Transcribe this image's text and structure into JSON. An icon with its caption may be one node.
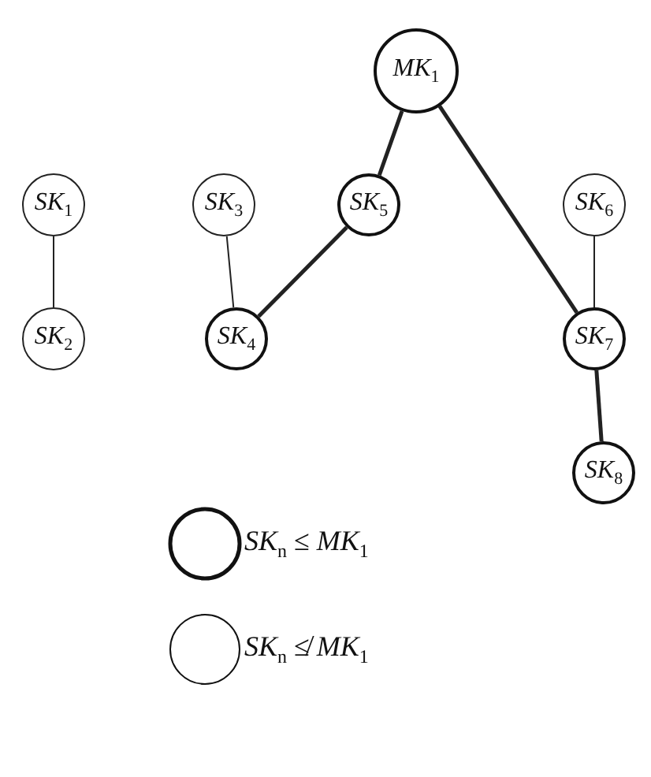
{
  "diagram": {
    "nodes": [
      {
        "text": [
          "*MK*$_{1}$"
        ]
      },
      {
        "text": [
          "*SK*$_{1}$"
        ]
      },
      {
        "text": [
          "*SK*$_{2}$"
        ]
      },
      {
        "text": [
          "*SK*$_{3}$"
        ]
      },
      {
        "text": [
          "*SK*$_{4}$"
        ]
      },
      {
        "text": [
          "*SK*$_{5}$"
        ]
      },
      {
        "text": [
          "*SK*$_{6}$"
        ]
      },
      {
        "text": [
          "*SK*$_{7}$"
        ]
      },
      {
        "text": [
          "*SK*$_{8}$"
        ]
      }
    ],
    "edges": [
      {
        "from": 1,
        "to": 2,
        "arrow": "none"
      },
      {
        "from": 3,
        "to": 4,
        "arrow": "none"
      },
      {
        "from": 5,
        "to": 4,
        "arrow": "none"
      },
      {
        "from": 0,
        "to": 5,
        "arrow": "none"
      },
      {
        "from": 0,
        "to": 7,
        "arrow": "none"
      },
      {
        "from": 6,
        "to": 7,
        "arrow": "none"
      },
      {
        "from": 7,
        "to": 8,
        "arrow": "none"
      }
    ],
    "legend": [
      {
        "text": "*SK*$_{n}$ ≤ *MK*$_{1}$"
      },
      {
        "text": "*SK*$_{n}$ ≰ *MK*$_{1}$"
      }
    ]
  }
}
